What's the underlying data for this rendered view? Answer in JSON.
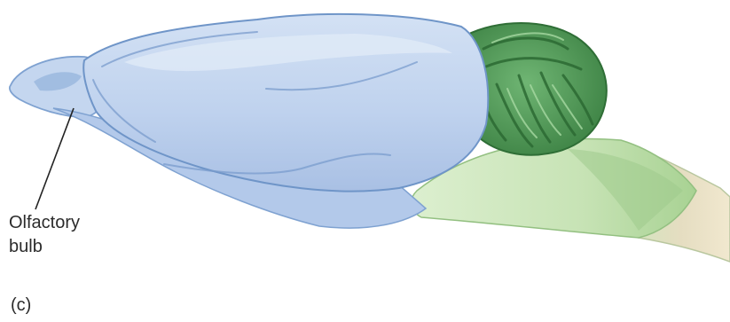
{
  "figure": {
    "panel_label": "(c)",
    "annotation": {
      "line1": "Olfactory",
      "line2": "bulb"
    }
  },
  "colors": {
    "cerebrum": "#bcd0ec",
    "cerebrum_outline": "#6f95c8",
    "cerebellum": "#4f9a55",
    "cerebellum_dark": "#2f6e36",
    "brainstem": "#cfe6c0",
    "brainstem_dark": "#9dc88c",
    "spinal_cord": "#e6dcc0",
    "leader_line": "#222222"
  },
  "icons": [
    "brain-side-view-illustration"
  ]
}
